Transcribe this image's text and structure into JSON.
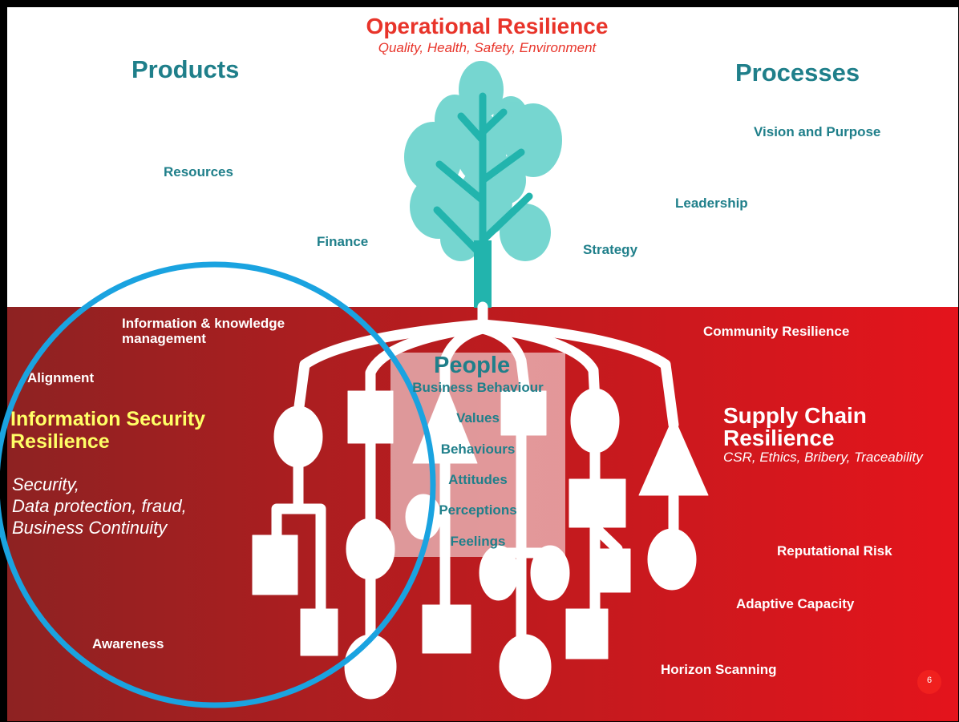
{
  "title": "Operational Resilience",
  "subtitle": "Quality, Health, Safety, Environment",
  "products": "Products",
  "processes": "Processes",
  "upper_items": [
    "Resources",
    "Finance",
    "Strategy",
    "Leadership",
    "Vision and Purpose"
  ],
  "people": {
    "heading": "People",
    "items": [
      "Business Behaviour",
      "Values",
      "Behaviours",
      "Attitudes",
      "Perceptions",
      "Feelings"
    ]
  },
  "left": {
    "info_knowledge": "Information & knowledge management",
    "alignment": "Alignment",
    "isr_title_1": "Information Security",
    "isr_title_2": "Resilience",
    "isr_desc_1": "Security,",
    "isr_desc_2": "Data protection, fraud,",
    "isr_desc_3": "Business Continuity",
    "awareness": "Awareness"
  },
  "right": {
    "community": "Community Resilience",
    "supply_1": "Supply Chain",
    "supply_2": "Resilience",
    "supply_desc": "CSR, Ethics, Bribery, Traceability",
    "reputational": "Reputational Risk",
    "adaptive": "Adaptive Capacity",
    "horizon": "Horizon Scanning"
  },
  "page_number": "6",
  "colors": {
    "title_red": "#e8342a",
    "teal": "#1f7f8a",
    "tree_teal": "#3cc8c0",
    "red_dark": "#8e2222",
    "red_bright": "#e4141c",
    "circle_blue": "#1aa3e0",
    "highlight_yellow": "#ffff66"
  }
}
